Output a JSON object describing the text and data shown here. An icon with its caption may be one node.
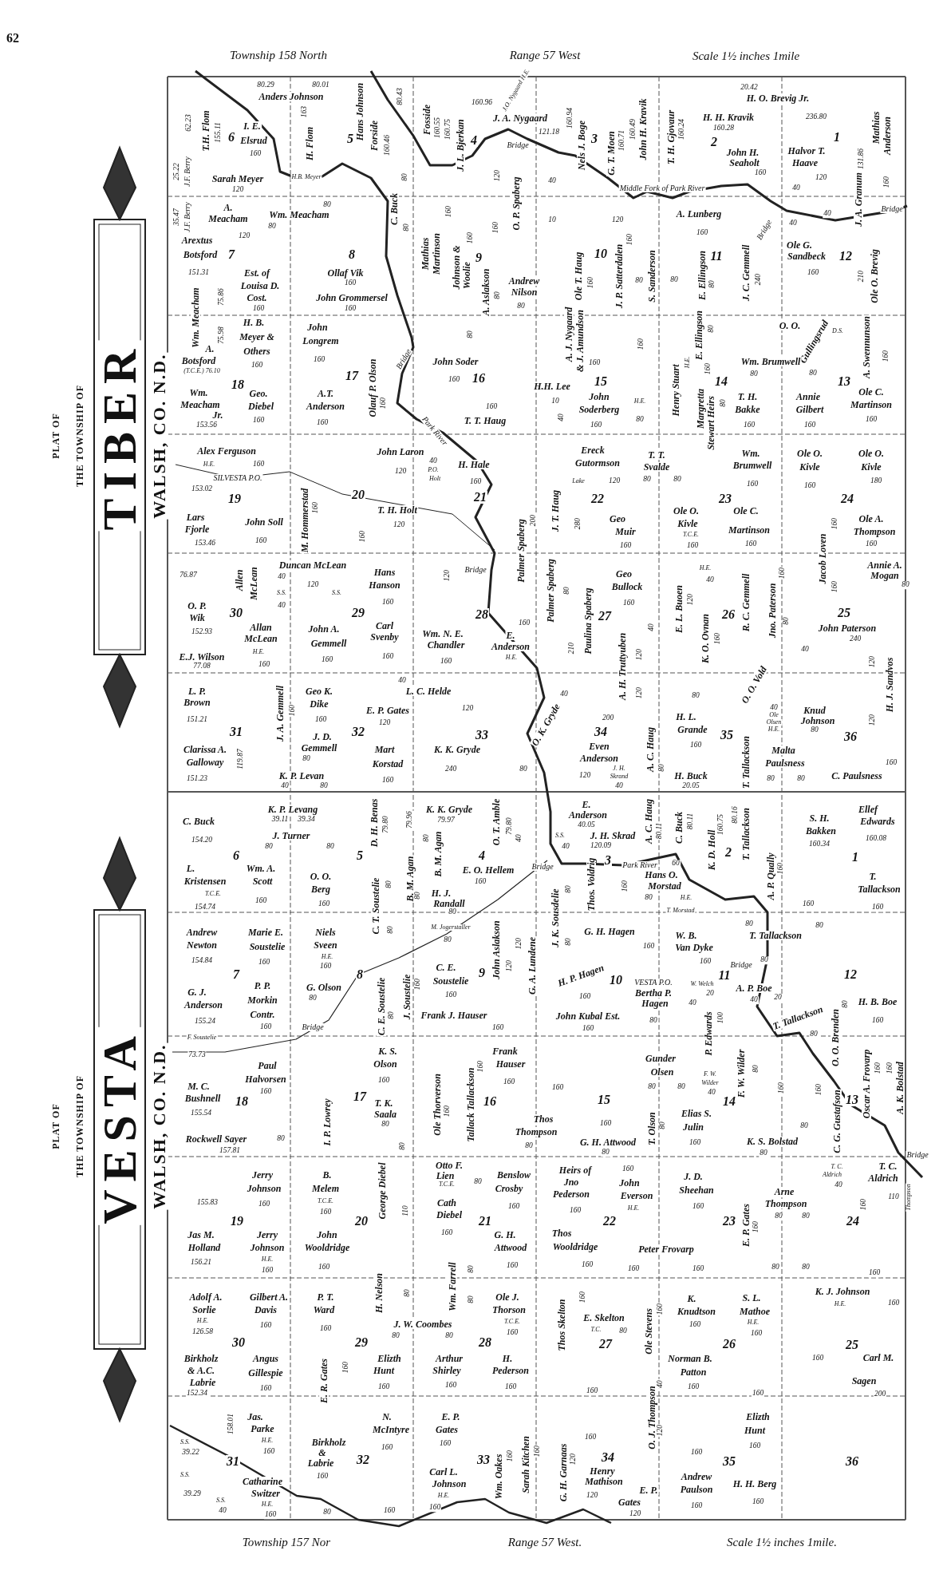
{
  "diagram": {
    "labels": [
      "62",
      "Township 158 North",
      "Range 57 West",
      "Scale 1½ inches 1mile",
      "PLAT OF",
      "THE TOWNSHIP OF",
      "TIBER",
      "WALSH, CO. N.D.",
      "PLAT OF",
      "THE TOWNSHIP OF",
      "VESTA",
      "WALSH, CO. N.D.",
      "62.23",
      "T.H. Flom",
      "155.11",
      "6",
      "80.29",
      "80.01",
      "Anders Johnson",
      "I. E.",
      "Elsrud",
      "160",
      "163",
      "H. Flom",
      "5",
      "Hans Johnson",
      "Forside",
      "160.46",
      "80.43",
      "Fosside",
      "160.55",
      "160.75",
      "J. L. Bjerkan",
      "4",
      "160.96",
      "J.O. Nygaard H.E.",
      "J. A. Nygaard",
      "121.18",
      "Bridge",
      "160.94",
      "Nels J. Boge",
      "3",
      "G. T. Moen",
      "160.71",
      "160.49",
      "John H. Kravik",
      "T. H. Gjovaur",
      "160.24",
      "20.42",
      "H. O. Brevig Jr.",
      "H. H. Kravik",
      "236.80",
      "160.28",
      "2",
      "John H.",
      "Seaholt",
      "160",
      "Halvor T.",
      "Haave",
      "120",
      "1",
      "131.86",
      "Mathias",
      "Anderson",
      "160",
      "Middle Fork of Park River",
      "Sarah Meyer",
      "120",
      "25.22",
      "J.F. Berry",
      "H.B. Meyer",
      "C. Buck",
      "80",
      "80",
      "120",
      "O. P. Spaberg",
      "160",
      "35.47",
      "J.F. Berry",
      "A.",
      "Meacham",
      "120",
      "Wm. Meacham",
      "80",
      "80",
      "8",
      "Arextus",
      "Botsford",
      "7",
      "151.31",
      "Est. of",
      "Louisa D.",
      "Cost.",
      "160",
      "Ollaf Vik",
      "160",
      "John Grommersel",
      "160",
      "Mathias",
      "Martinson",
      "160",
      "Johnson &",
      "Woolie",
      "160",
      "9",
      "A. Aslakson",
      "80",
      "Andrew",
      "Nilson",
      "80",
      "10",
      "40",
      "120",
      "A. Lunberg",
      "160",
      "40",
      "40",
      "40",
      "J. A. Granum",
      "Bridge",
      "Bridge",
      "Ole T. Haug",
      "160",
      "10",
      "J. P. Satterdalen",
      "160",
      "80",
      "S. Sanderson",
      "80",
      "11",
      "E. Ellingson",
      "80",
      "J. C. Gemmell",
      "240",
      "Ole G.",
      "Sandbeck",
      "12",
      "160",
      "O. O.",
      "Gullingsrud",
      "D.S.",
      "210",
      "Ole O. Brevig",
      "Wm. Meacham",
      "75.86",
      "75.98",
      "H. B.",
      "Meyer &",
      "Others",
      "160",
      "John",
      "Longrem",
      "160",
      "Olauf P. Olson",
      "160",
      "Bridge",
      "John Soder",
      "160",
      "16",
      "80",
      "A.",
      "Botsford",
      "(T.C.E.) 76.10",
      "18",
      "Wm.",
      "Meacham",
      "Jr.",
      "153.56",
      "Geo.",
      "Diebel",
      "160",
      "A.T.",
      "Anderson",
      "160",
      "17",
      "T. T. Haug",
      "160",
      "Park River",
      "A. J. Nygaard",
      "& J. Amundson",
      "160",
      "15",
      "160",
      "Henry Stuart",
      "H.E.",
      "160",
      "Wm. Brumwell",
      "80",
      "80",
      "14",
      "A. Swennunson",
      "160",
      "13",
      "E. Ellingson",
      "80",
      "H.H. Lee",
      "10",
      "John",
      "Soderberg",
      "160",
      "H.E.",
      "80",
      "40",
      "Margretta",
      "Stewart Heirs",
      "80",
      "T. H.",
      "Bakke",
      "160",
      "Annie",
      "Gilbert",
      "160",
      "Ole C.",
      "Martinson",
      "160",
      "Alex Ferguson",
      "H.E.",
      "160",
      "SILVESTA P.O.",
      "153.02",
      "19",
      "Lars",
      "Fjorle",
      "153.46",
      "John Soll",
      "160",
      "M. Hommerstad",
      "160",
      "20",
      "John Laron",
      "120",
      "T. H. Holt",
      "120",
      "160",
      "40",
      "P.O.",
      "Holt",
      "H. Hale",
      "160",
      "21",
      "Palmer Spaberg",
      "200",
      "J. T. Haug",
      "280",
      "Ereck",
      "Gutormson",
      "Lake",
      "120",
      "22",
      "T. T.",
      "Svalde",
      "80",
      "80",
      "Wm.",
      "Brumwell",
      "160",
      "Ole O.",
      "Kivle",
      "160",
      "Ole O.",
      "Kivle",
      "180",
      "23",
      "24",
      "Geo",
      "Muir",
      "160",
      "Ole O.",
      "Kivle",
      "T.C.E.",
      "160",
      "Ole C.",
      "Martinson",
      "160",
      "Jacob Loven",
      "160",
      "160",
      "Ole A.",
      "Thompson",
      "160",
      "76.87",
      "Allen",
      "McLean",
      "Duncan McLean",
      "40",
      "120",
      "S.S.",
      "40",
      "S.S.",
      "Hans",
      "Hanson",
      "160",
      "120",
      "Bridge",
      "Palmer Spaberg",
      "80",
      "O. P.",
      "Wik",
      "30",
      "152.93",
      "E.J. Wilson",
      "77.08",
      "Allan",
      "McLean",
      "H.E.",
      "160",
      "John A.",
      "Gemmell",
      "160",
      "29",
      "Carl",
      "Svenby",
      "160",
      "Wm. N. E.",
      "Chandler",
      "160",
      "28",
      "160",
      "E.",
      "Anderson",
      "H.E.",
      "Geo",
      "Bullock",
      "160",
      "27",
      "Paulina Spaberg",
      "210",
      "A. H. Truttyuben",
      "120",
      "120",
      "40",
      "E. L. Buoen",
      "120",
      "H.E.",
      "40",
      "K. O. Ovnan",
      "160",
      "26",
      "R. C. Gemmell",
      "Jno. Paterson",
      "160",
      "80",
      "O. O. Vold",
      "40",
      "Annie A.",
      "Mogan",
      "80",
      "25",
      "John Paterson",
      "240",
      "40",
      "120",
      "H. J. Sandvos",
      "80",
      "L. P.",
      "Brown",
      "151.21",
      "31",
      "Clarissa A.",
      "Galloway",
      "151.23",
      "119.87",
      "J. A. Gemmell",
      "160",
      "Geo K.",
      "Dike",
      "160",
      "J. D.",
      "Gemmell",
      "80",
      "K. P. Levan",
      "40",
      "80",
      "E. P. Gates",
      "120",
      "32",
      "40",
      "L. C. Helde",
      "120",
      "33",
      "Mart",
      "Korstad",
      "160",
      "K. K. Gryde",
      "240",
      "80",
      "O. K. Gryde",
      "200",
      "34",
      "Even",
      "Anderson",
      "120",
      "J. H.",
      "Skrand",
      "40",
      "A. C. Haug",
      "80",
      "H. L.",
      "Grande",
      "160",
      "35",
      "40",
      "Ole",
      "Olsen",
      "H.E.",
      "Knud",
      "Johnson",
      "80",
      "36",
      "120",
      "T. Tallackson",
      "Malta",
      "Paulsness",
      "80",
      "80",
      "C. Paulsness",
      "160",
      "H. Buck",
      "20.05",
      "C. Buck",
      "154.20",
      "6",
      "K. P. Levang",
      "39.11",
      "39.34",
      "J. Turner",
      "80",
      "80",
      "D. H. Benas",
      "79.80",
      "79.96",
      "5",
      "K. K. Gryde",
      "79.97",
      "B. M. Agan",
      "80",
      "B. M. Agan",
      "80",
      "O. T. Amble",
      "79.80",
      "40",
      "4",
      "E. O. Hellem",
      "160",
      "Bridge",
      "H. J.",
      "Randall",
      "80",
      "L.",
      "Kristensen",
      "T.C.E.",
      "154.74",
      "Wm. A.",
      "Scott",
      "160",
      "O. O.",
      "Berg",
      "160",
      "C. T. Soustelie",
      "80",
      "80",
      "E.",
      "Anderson",
      "40.05",
      "S.S.",
      "40",
      "J. H. Skrad",
      "120.09",
      "3",
      "A. C. Haug",
      "80.11",
      "C. Buck",
      "80.11",
      "K. D. Holl",
      "160.75",
      "80.16",
      "T. Tallackson",
      "2",
      "S. H.",
      "Bakken",
      "160.34",
      "Ellef",
      "Edwards",
      "160.08",
      "1",
      "Park River",
      "Thos. Voldrig",
      "160",
      "J. K. Sousdelie",
      "80",
      "80",
      "60",
      "Hans O.",
      "Morstad",
      "80",
      "H.E.",
      "T. Morstad",
      "A. P. Qually",
      "160",
      "160",
      "T.",
      "Tallackson",
      "160",
      "M. Jogerstaller",
      "80",
      "John Aslakson",
      "120",
      "120",
      "G. A. Lundene",
      "Andrew",
      "Newton",
      "154.84",
      "7",
      "Marie E.",
      "Soustelie",
      "160",
      "Niels",
      "Sveen",
      "H.E.",
      "160",
      "G. J.",
      "Anderson",
      "155.24",
      "P. P.",
      "Morkin",
      "Contr.",
      "160",
      "G. Olson",
      "80",
      "Bridge",
      "8",
      "J. Soustelie",
      "160",
      "C. E. Soustelie",
      "80",
      "C. E.",
      "Soustelie",
      "160",
      "9",
      "Frank J. Hauser",
      "160",
      "F. Soustelie",
      "73.73",
      "G. H. Hagen",
      "160",
      "H. P. Hagen",
      "10",
      "160",
      "VESTA P.O.",
      "Bertha P.",
      "Hagen",
      "40",
      "John Kubal Est.",
      "160",
      "80",
      "W. B.",
      "Van Dyke",
      "160",
      "W. Welch",
      "20",
      "11",
      "80",
      "T. Tallackson",
      "80",
      "Bridge",
      "80",
      "A. P. Boe",
      "40",
      "20",
      "T. Tallackson",
      "80",
      "12",
      "H. B. Boe",
      "160",
      "O. O. Brenden",
      "80",
      "P. Edwards",
      "100",
      "Paul",
      "Halvorsen",
      "160",
      "M. C.",
      "Bushnell",
      "18",
      "155.54",
      "Rockwell Sayer",
      "80",
      "157.81",
      "I. P. Lowrey",
      "17",
      "K. S.",
      "Olson",
      "160",
      "T. K.",
      "Saala",
      "80",
      "Ole Thorverson",
      "160",
      "Tallack Tallackson",
      "160",
      "16",
      "Frank",
      "Hauser",
      "160",
      "Thos",
      "Thompson",
      "80",
      "160",
      "15",
      "160",
      "Gunder",
      "Olsen",
      "80",
      "80",
      "F. W.",
      "Wilder",
      "40",
      "14",
      "F. W. Wilder",
      "80",
      "160",
      "T. Olson",
      "80",
      "G. H. Attwood",
      "80",
      "Elias S.",
      "Julin",
      "160",
      "K. S. Bolstad",
      "80",
      "80",
      "C. G. Gustafson",
      "160",
      "Oscar A. Frovarp",
      "160",
      "13",
      "A. K. Bolstad",
      "160",
      "Bridge",
      "T. C.",
      "Aldrich",
      "40",
      "T. C.",
      "Aldrich",
      "155.83",
      "19",
      "Jerry",
      "Johnson",
      "160",
      "B.",
      "Melem",
      "T.C.E.",
      "160",
      "20",
      "George Diebel",
      "80",
      "110",
      "Otto F.",
      "Lien",
      "T.C.E.",
      "80",
      "Benslow",
      "Crosby",
      "160",
      "Cath",
      "Diebel",
      "160",
      "21",
      "Jas M.",
      "Holland",
      "156.21",
      "Jerry",
      "Johnson",
      "H.E.",
      "160",
      "John",
      "Wooldridge",
      "160",
      "G. H.",
      "Attwood",
      "160",
      "H. Nelson",
      "80",
      "Wm. Farrell",
      "80",
      "80",
      "Arne",
      "Thompson",
      "80",
      "80",
      "24",
      "160",
      "110",
      "Thompson",
      "Heirs of",
      "Jno",
      "Pederson",
      "160",
      "160",
      "John",
      "Everson",
      "H.E.",
      "22",
      "J. D.",
      "Sheehan",
      "160",
      "E. P. Gates",
      "160",
      "23",
      "Thos",
      "Wooldridge",
      "160",
      "Peter Frovarp",
      "160",
      "160",
      "80",
      "80",
      "160",
      "Adolf A.",
      "Sorlie",
      "H.E.",
      "126.58",
      "30",
      "Gilbert A.",
      "Davis",
      "160",
      "P. T.",
      "Ward",
      "160",
      "29",
      "J. W. Coombes",
      "80",
      "80",
      "Ole J.",
      "Thorson",
      "T.C.E.",
      "160",
      "28",
      "Birkholz",
      "& A.C.",
      "Labrie",
      "152.34",
      "Angus",
      "Gillespie",
      "160",
      "E. R. Gates",
      "160",
      "Elizth",
      "Hunt",
      "160",
      "Arthur",
      "Shirley",
      "160",
      "H.",
      "Pederson",
      "160",
      "Thos Skelton",
      "160",
      "E. Skelton",
      "T.C.",
      "80",
      "27",
      "160",
      "Ole Stevens",
      "160",
      "K.",
      "Knudtson",
      "160",
      "S. L.",
      "Mathoe",
      "H.E.",
      "160",
      "26",
      "K. J. Johnson",
      "H.E.",
      "160",
      "25",
      "160",
      "Carl M.",
      "Sagen",
      "200",
      "Norman B.",
      "Patton",
      "160",
      "160",
      "O. J. Thompson",
      "40",
      "120",
      "Jas.",
      "Parke",
      "H.E.",
      "160",
      "158.01",
      "S.S.",
      "39.22",
      "S.S.",
      "39.29",
      "S.S.",
      "40",
      "31",
      "Catharine",
      "Switzer",
      "H.E.",
      "160",
      "Birkholz",
      "&",
      "Labrie",
      "160",
      "80",
      "N.",
      "McIntyre",
      "160",
      "E. P.",
      "Gates",
      "160",
      "32",
      "160",
      "Carl L.",
      "Johnson",
      "H.E.",
      "160",
      "33",
      "Wm. Oakes",
      "160",
      "Sarah Kitchen",
      "160",
      "G. H. Garnaas",
      "120",
      "160",
      "34",
      "Henry",
      "Mathison",
      "120",
      "E. P.",
      "Gates",
      "120",
      "160",
      "Elizth",
      "Hunt",
      "160",
      "35",
      "36",
      "Andrew",
      "Paulson",
      "160",
      "H. H. Berg",
      "160",
      "Township 157 Nor",
      "Range 57 West.",
      "Scale 1½ inches 1mile."
    ]
  }
}
